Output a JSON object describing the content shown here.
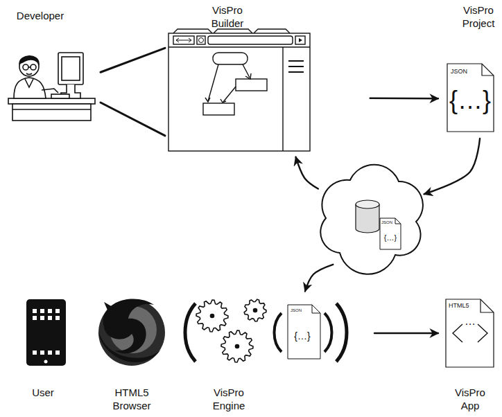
{
  "diagram": {
    "nodes": [
      {
        "text": [
          "Developer"
        ]
      },
      {
        "text": [
          "VisPro Builder"
        ]
      },
      {
        "text": [
          "VisPro Project",
          "JSON",
          "{…}"
        ]
      },
      {
        "text": [
          "JSON",
          "{…}"
        ]
      },
      {
        "text": [
          "User"
        ]
      },
      {
        "text": [
          "HTML5 Browser"
        ]
      },
      {
        "text": [
          "VisPro Engine",
          "JSON",
          "{…}"
        ]
      },
      {
        "text": [
          "VisPro App",
          "HTML5",
          "…"
        ]
      }
    ],
    "edges": [
      {
        "from": 0,
        "to": 1,
        "arrow": "none"
      },
      {
        "from": 0,
        "to": 1,
        "arrow": "none"
      },
      {
        "from": 1,
        "to": 2,
        "arrow": "to"
      },
      {
        "from": 2,
        "to": 3,
        "arrow": "to"
      },
      {
        "from": 3,
        "to": 1,
        "arrow": "to"
      },
      {
        "from": 3,
        "to": 6,
        "arrow": "to"
      },
      {
        "from": 6,
        "to": 7,
        "arrow": "to"
      }
    ]
  }
}
